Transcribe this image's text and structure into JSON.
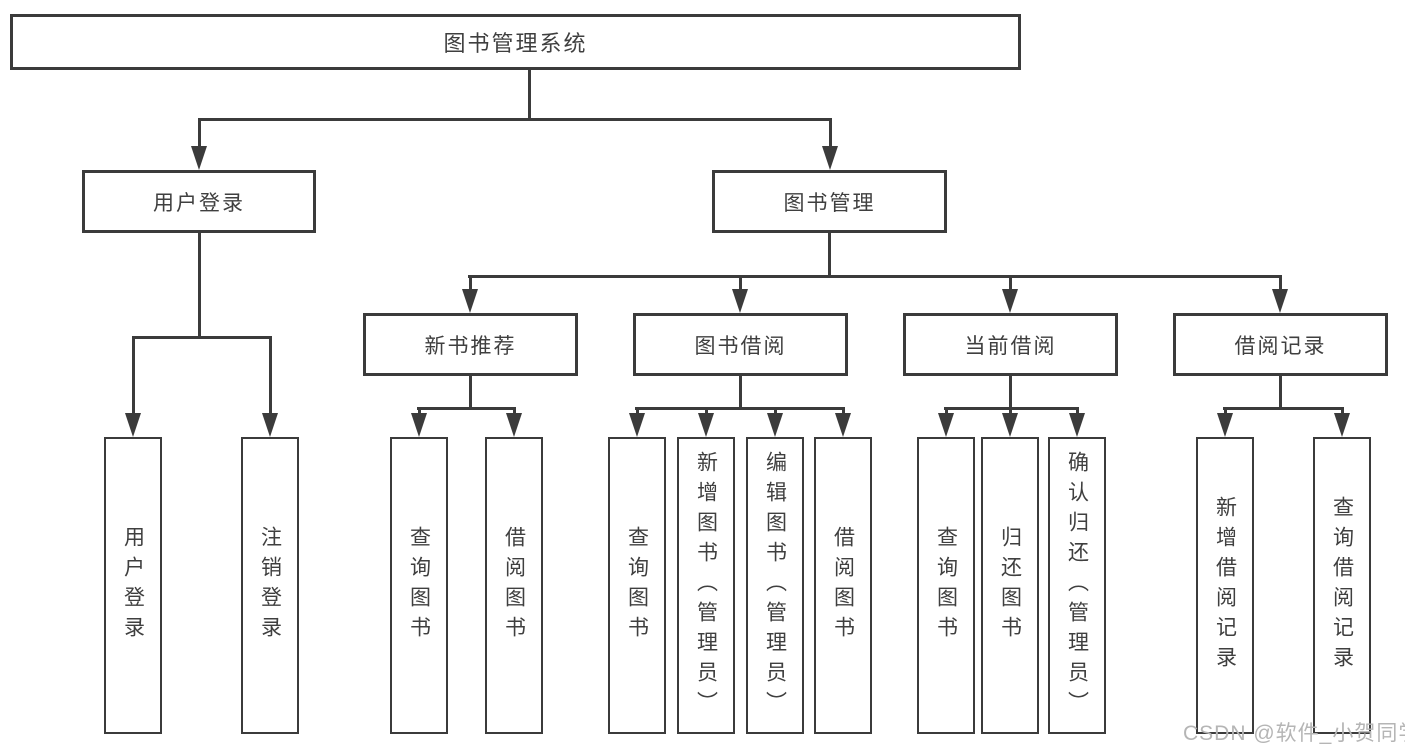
{
  "diagram": {
    "root": {
      "label": "图书管理系统"
    },
    "branches": [
      {
        "label": "用户登录",
        "children": [
          {
            "label": "用户登录"
          },
          {
            "label": "注销登录"
          }
        ]
      },
      {
        "label": "图书管理",
        "children": [
          {
            "label": "新书推荐",
            "children": [
              {
                "label": "查询图书"
              },
              {
                "label": "借阅图书"
              }
            ]
          },
          {
            "label": "图书借阅",
            "children": [
              {
                "label": "查询图书"
              },
              {
                "label": "新增图书（管理员）"
              },
              {
                "label": "编辑图书（管理员）"
              },
              {
                "label": "借阅图书"
              }
            ]
          },
          {
            "label": "当前借阅",
            "children": [
              {
                "label": "查询图书"
              },
              {
                "label": "归还图书"
              },
              {
                "label": "确认归还（管理员）"
              }
            ]
          },
          {
            "label": "借阅记录",
            "children": [
              {
                "label": "新增借阅记录"
              },
              {
                "label": "查询借阅记录"
              }
            ]
          }
        ]
      }
    ],
    "watermark": "CSDN @软件_小贺同学",
    "colors": {
      "line": "#3b3b3b",
      "text": "#3f3f3f",
      "watermark": "#b5b5b5",
      "background": "#ffffff"
    }
  }
}
